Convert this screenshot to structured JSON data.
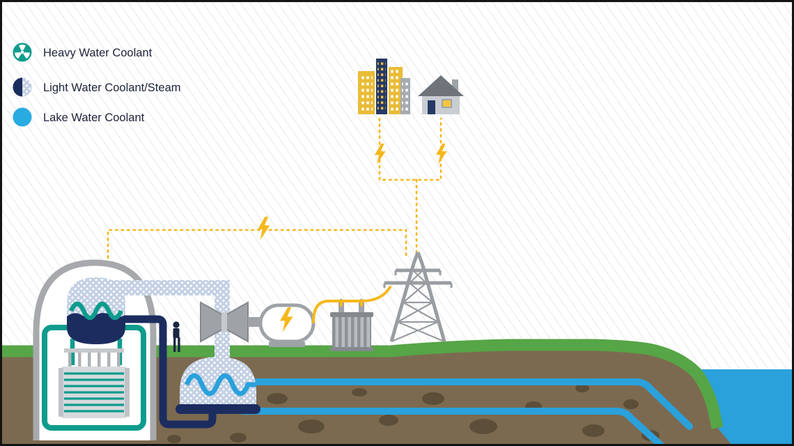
{
  "legend": {
    "items": [
      {
        "label": "Heavy Water Coolant",
        "swatch_color": "#0E9C8D",
        "icon": "radiation-icon"
      },
      {
        "label": "Light Water Coolant/Steam",
        "swatch_color": "#1B2C5F",
        "icon": "half-navy-half-steam-icon"
      },
      {
        "label": "Lake Water Coolant",
        "swatch_color": "#29ABE2",
        "icon": "solid-circle-icon"
      }
    ]
  },
  "colors": {
    "heavy_water_teal": "#0E9C8D",
    "light_water_navy": "#1B2C5F",
    "steam_dotted": "#C3D0E4",
    "lake_water_blue": "#2AA1DB",
    "electricity_yellow": "#F5B81C",
    "grass_green": "#56A546",
    "soil_brown": "#7C6A50",
    "rock_brown": "#5C4E38",
    "structure_grey": "#9FA3A7",
    "background": "#FFFFFF"
  },
  "scene": {
    "icons": [
      "city-buildings-icon",
      "house-icon",
      "lightning-bolt-icon",
      "transmission-tower",
      "transformer",
      "generator",
      "turbine",
      "condenser",
      "steam-generator",
      "reactor-vessel",
      "calandria",
      "containment-building",
      "person-figure",
      "lake",
      "underground-pipes"
    ]
  }
}
